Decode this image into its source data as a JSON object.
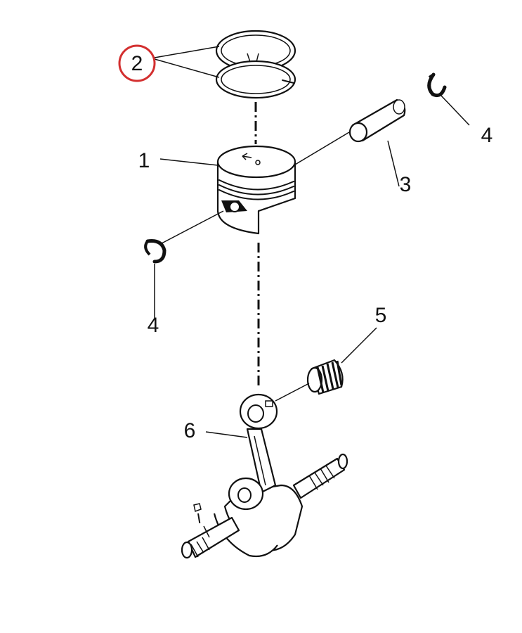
{
  "diagram": {
    "callouts": [
      {
        "key": "c1",
        "label": "1"
      },
      {
        "key": "c2",
        "label": "2",
        "highlighted": true
      },
      {
        "key": "c3",
        "label": "3"
      },
      {
        "key": "c4a",
        "label": "4"
      },
      {
        "key": "c4b",
        "label": "4"
      },
      {
        "key": "c5",
        "label": "5"
      },
      {
        "key": "c6",
        "label": "6"
      }
    ],
    "colors": {
      "highlight_circle": "#d32f2f",
      "line": "#111111"
    }
  }
}
